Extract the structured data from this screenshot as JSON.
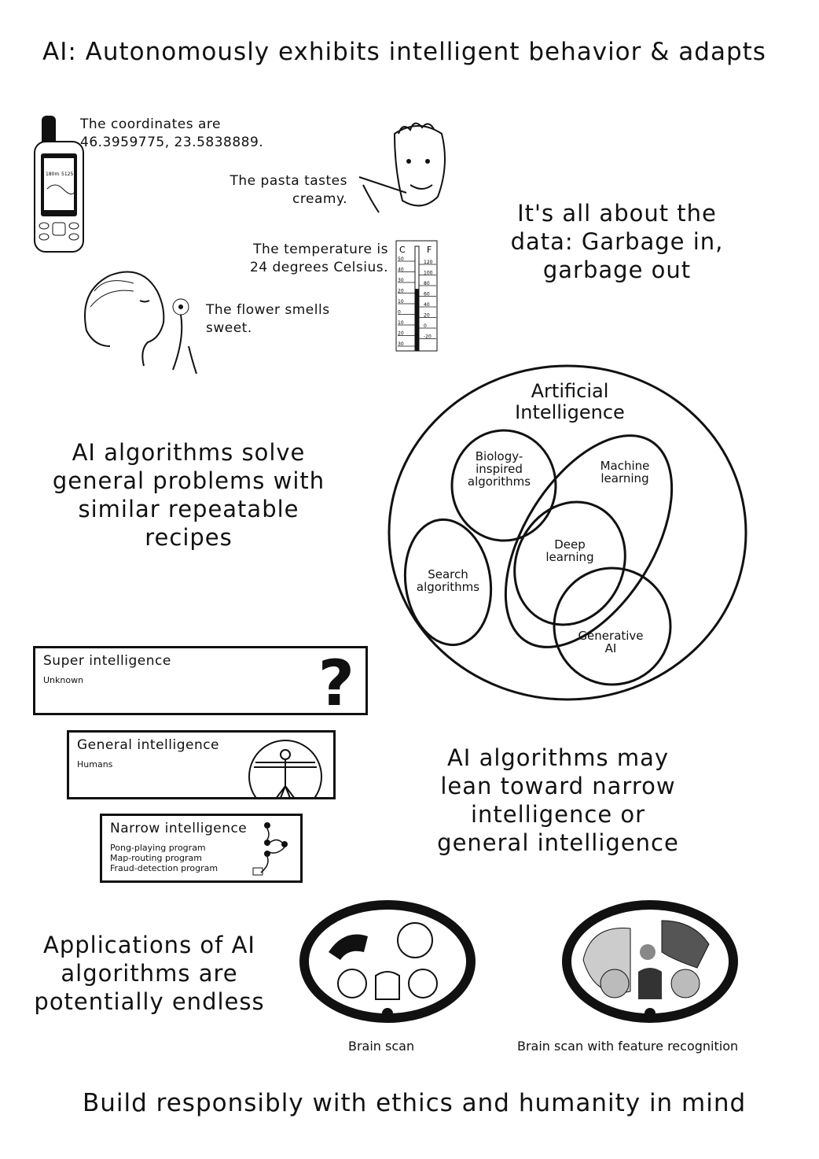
{
  "title": "AI: Autonomously exhibits intelligent behavior & adapts",
  "data_section": {
    "gps_text": [
      "The coordinates are",
      "46.3959775, 23.5838889."
    ],
    "pasta_text": [
      "The pasta tastes",
      "creamy."
    ],
    "temperature_text": [
      "The temperature is",
      "24 degrees Celsius."
    ],
    "flower_text": [
      "The flower smells",
      "sweet."
    ],
    "gps_screen": [
      "180m",
      "5125"
    ],
    "thermometer": {
      "c_label": "C",
      "f_label": "F",
      "celsius_ticks": [
        "50",
        "40",
        "30",
        "20",
        "10",
        "0",
        "10",
        "20",
        "30"
      ],
      "fahrenheit_ticks": [
        "120",
        "100",
        "80",
        "60",
        "40",
        "20",
        "0",
        "-20"
      ],
      "level_celsius": 24
    },
    "headline": [
      "It's all about the",
      "data: Garbage in,",
      "garbage out"
    ]
  },
  "algorithms_headline": [
    "AI algorithms solve",
    "general problems with",
    "similar repeatable",
    "recipes"
  ],
  "venn": {
    "outer": [
      "Artificial",
      "Intelligence"
    ],
    "biology": [
      "Biology-",
      "inspired",
      "algorithms"
    ],
    "machine_learning": [
      "Machine",
      "learning"
    ],
    "deep_learning": [
      "Deep",
      "learning"
    ],
    "search": [
      "Search",
      "algorithms"
    ],
    "generative": [
      "Generative",
      "AI"
    ]
  },
  "intelligence_levels": [
    {
      "title": "Super intelligence",
      "items": [
        "Unknown"
      ],
      "icon": "question-mark-icon"
    },
    {
      "title": "General intelligence",
      "items": [
        "Humans"
      ],
      "icon": "vitruvian-man-icon"
    },
    {
      "title": "Narrow intelligence",
      "items": [
        "Pong-playing program",
        "Map-routing program",
        "Fraud-detection program"
      ],
      "icon": "route-graph-icon"
    }
  ],
  "narrow_general_headline": [
    "AI algorithms may",
    "lean toward narrow",
    "intelligence or",
    "general intelligence"
  ],
  "applications_headline": [
    "Applications of AI",
    "algorithms are",
    "potentially endless"
  ],
  "scans": [
    {
      "caption": "Brain scan"
    },
    {
      "caption": "Brain scan with feature recognition"
    }
  ],
  "footer": "Build responsibly with ethics and humanity in mind"
}
